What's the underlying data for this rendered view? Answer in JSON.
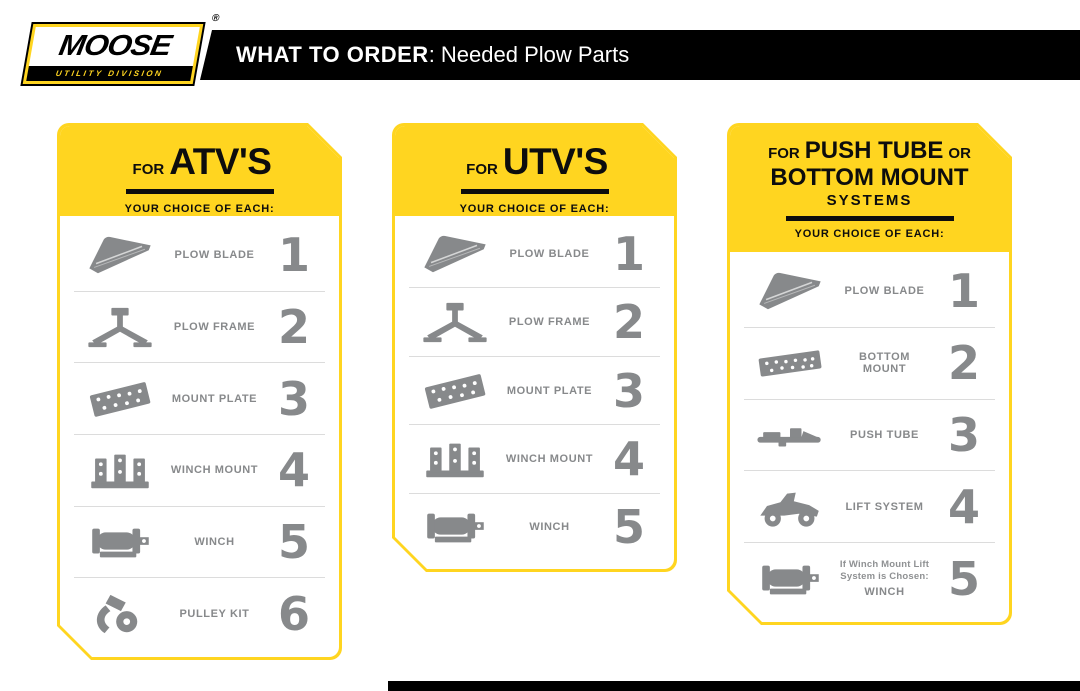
{
  "header": {
    "logo_primary": "MOOSE",
    "logo_secondary": "UTILITY DIVISION",
    "logo_reg": "®",
    "title_bold": "WHAT TO ORDER",
    "title_rest": ": Needed Plow Parts"
  },
  "colors": {
    "brand_yellow": "#FFD520",
    "bar_black": "#000000",
    "part_gray": "#87898B"
  },
  "panels": [
    {
      "name": "atv",
      "title_lines": [
        [
          {
            "t": "FOR",
            "s": "small"
          },
          {
            "t": "ATV'S",
            "s": "big"
          }
        ]
      ],
      "subtitle": "YOUR CHOICE OF EACH:",
      "items": [
        {
          "icon": "plow-blade-icon",
          "label": "PLOW BLADE",
          "number": "1"
        },
        {
          "icon": "plow-frame-icon",
          "label": "PLOW FRAME",
          "number": "2"
        },
        {
          "icon": "mount-plate-icon",
          "label": "MOUNT PLATE",
          "number": "3"
        },
        {
          "icon": "winch-mount-icon",
          "label": "WINCH MOUNT",
          "number": "4"
        },
        {
          "icon": "winch-icon",
          "label": "WINCH",
          "number": "5"
        },
        {
          "icon": "pulley-kit-icon",
          "label": "PULLEY KIT",
          "number": "6"
        }
      ]
    },
    {
      "name": "utv",
      "title_lines": [
        [
          {
            "t": "FOR",
            "s": "small"
          },
          {
            "t": "UTV'S",
            "s": "big"
          }
        ]
      ],
      "subtitle": "YOUR CHOICE OF EACH:",
      "items": [
        {
          "icon": "plow-blade-icon",
          "label": "PLOW BLADE",
          "number": "1"
        },
        {
          "icon": "plow-frame-icon",
          "label": "PLOW FRAME",
          "number": "2"
        },
        {
          "icon": "mount-plate-icon",
          "label": "MOUNT PLATE",
          "number": "3"
        },
        {
          "icon": "winch-mount-icon",
          "label": "WINCH MOUNT",
          "number": "4"
        },
        {
          "icon": "winch-icon",
          "label": "WINCH",
          "number": "5"
        }
      ]
    },
    {
      "name": "push-tube-bottom-mount",
      "title_lines": [
        [
          {
            "t": "FOR",
            "s": "small"
          },
          {
            "t": "PUSH TUBE",
            "s": "big"
          },
          {
            "t": "OR",
            "s": "small"
          }
        ],
        [
          {
            "t": "BOTTOM MOUNT",
            "s": "big"
          }
        ],
        [
          {
            "t": "SYSTEMS",
            "s": "mid"
          }
        ]
      ],
      "subtitle": "YOUR CHOICE OF EACH:",
      "items": [
        {
          "icon": "plow-blade-icon",
          "label": "PLOW BLADE",
          "number": "1"
        },
        {
          "icon": "bottom-mount-icon",
          "label": "BOTTOM MOUNT",
          "number": "2"
        },
        {
          "icon": "push-tube-icon",
          "label": "PUSH TUBE",
          "number": "3"
        },
        {
          "icon": "lift-system-icon",
          "label": "LIFT SYSTEM",
          "number": "4"
        },
        {
          "icon": "winch-icon",
          "label": "WINCH",
          "number": "5",
          "note": "If Winch Mount Lift System is Chosen:"
        }
      ]
    }
  ]
}
